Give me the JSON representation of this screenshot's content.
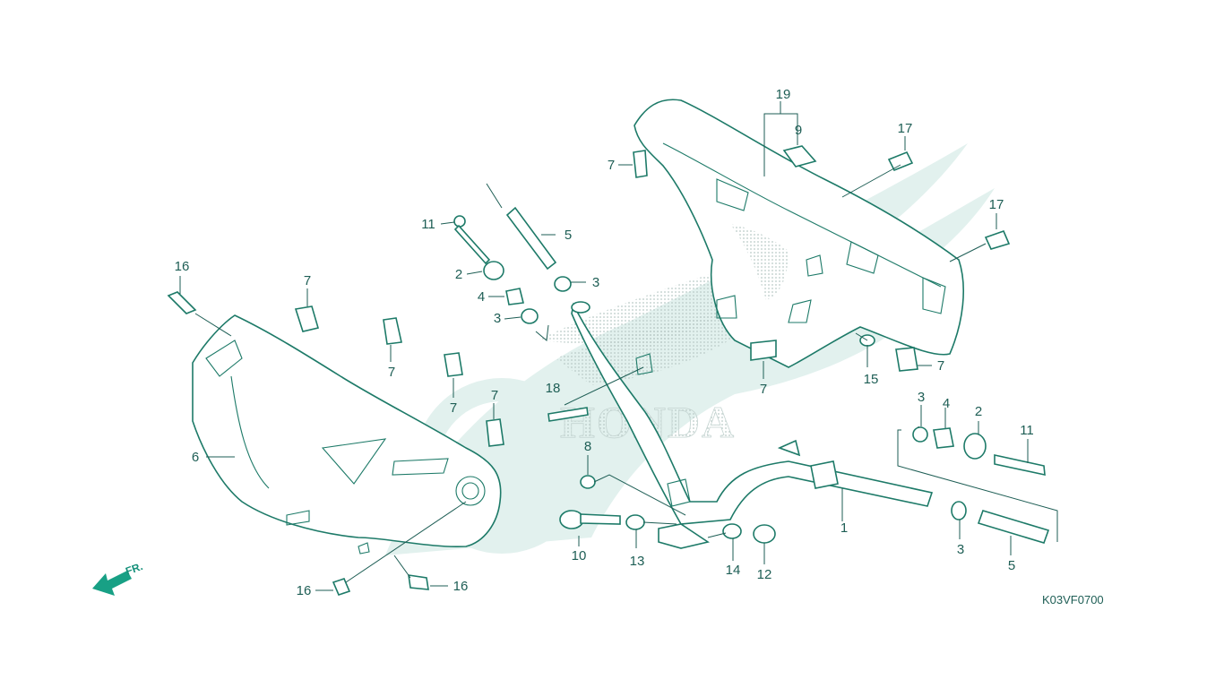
{
  "diagram": {
    "code": "K03VF0700",
    "direction_label": "FR.",
    "watermark_brand": "HONDA",
    "colors": {
      "line": "#1d7a68",
      "label": "#1e5e55",
      "watermark": "#d6ece8",
      "arrow": "#18a085"
    },
    "callouts": {
      "c1": "1",
      "c2a": "2",
      "c2b": "2",
      "c3a": "3",
      "c3b": "3",
      "c3c": "3",
      "c3d": "3",
      "c4a": "4",
      "c4b": "4",
      "c5a": "5",
      "c5b": "5",
      "c6": "6",
      "c7a": "7",
      "c7b": "7",
      "c7c": "7",
      "c7d": "7",
      "c7e": "7",
      "c7f": "7",
      "c7g": "7",
      "c8": "8",
      "c9": "9",
      "c10": "10",
      "c11a": "11",
      "c11b": "11",
      "c12": "12",
      "c13": "13",
      "c14": "14",
      "c15": "15",
      "c16a": "16",
      "c16b": "16",
      "c16c": "16",
      "c17a": "17",
      "c17b": "17",
      "c18": "18",
      "c19": "19"
    }
  }
}
